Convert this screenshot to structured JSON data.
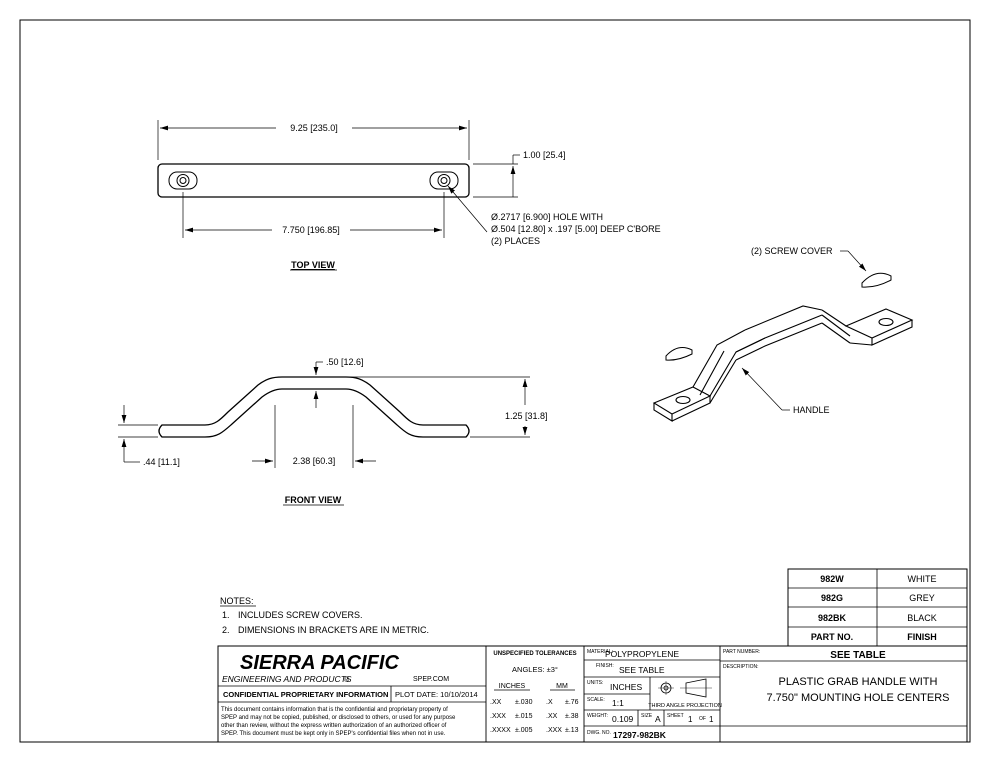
{
  "views": {
    "top": {
      "label": "TOP VIEW",
      "overall_length": "9.25 [235.0]",
      "width": "1.00 [25.4]",
      "hole_centers": "7.750 [196.85]",
      "hole_note_line1": "Ø.2717 [6.900]  HOLE WITH",
      "hole_note_line2": "Ø.504 [12.80] x .197 [5.00] DEEP C'BORE",
      "hole_note_line3": "(2) PLACES"
    },
    "front": {
      "label": "FRONT VIEW",
      "thickness": ".50 [12.6]",
      "height": "1.25 [31.8]",
      "base_height": ".44 [11.1]",
      "grip_length": "2.38 [60.3]"
    },
    "iso": {
      "screw_cover_label": "(2) SCREW COVER",
      "handle_label": "HANDLE"
    }
  },
  "notes": {
    "title": "NOTES:",
    "items": [
      {
        "num": "1.",
        "text": "INCLUDES SCREW COVERS."
      },
      {
        "num": "2.",
        "text": "DIMENSIONS IN BRACKETS ARE IN METRIC."
      }
    ]
  },
  "part_table": {
    "rows": [
      {
        "part": "982W",
        "finish": "WHITE"
      },
      {
        "part": "982G",
        "finish": "GREY"
      },
      {
        "part": "982BK",
        "finish": "BLACK"
      }
    ],
    "header": {
      "part": "PART NO.",
      "finish": "FINISH"
    }
  },
  "title_block": {
    "company": "SIERRA PACIFIC",
    "company_sub": "ENGINEERING AND PRODUCTS",
    "registered": "®",
    "website": "SPEP.COM",
    "confidential_title": "CONFIDENTIAL PROPRIETARY INFORMATION",
    "plot_date": "PLOT DATE: 10/10/2014",
    "confidential_lines": [
      "This document contains information that is the confidential and proprietary property of",
      "SPEP and may not be copied, published, or disclosed to others, or used for any purpose",
      "other than review, without the express written authorization of an authorized officer of",
      "SPEP. This document must be kept only in SPEP's confidential files when not in use."
    ],
    "tolerances": {
      "title": "UNSPECIFIED TOLERANCES",
      "angles": "ANGLES: ±3°",
      "inches_head": "INCHES",
      "mm_head": "MM",
      "rows": [
        {
          "in_fmt": ".XX",
          "in_tol": "±.030",
          "mm_fmt": ".X",
          "mm_tol": "±.76"
        },
        {
          "in_fmt": ".XXX",
          "in_tol": "±.015",
          "mm_fmt": ".XX",
          "mm_tol": "±.38"
        },
        {
          "in_fmt": ".XXXX",
          "in_tol": "±.005",
          "mm_fmt": ".XXX",
          "mm_tol": "±.13"
        }
      ]
    },
    "material_label": "MATERIAL:",
    "material": "POLYPROPYLENE",
    "finish_label": "FINISH:",
    "finish": "SEE TABLE",
    "units_label": "UNITS:",
    "units": "INCHES",
    "scale_label": "SCALE:",
    "scale": "1:1",
    "projection": "THIRD ANGLE PROJECTION",
    "weight_label": "WEIGHT:",
    "weight": "0.109",
    "size_label": "SIZE",
    "size": "A",
    "sheet_label": "SHEET",
    "sheet": "1",
    "of_label": "OF",
    "sheet_total": "1",
    "dwg_label": "DWG. NO.",
    "dwg_no": "17297-982BK",
    "part_number_label": "PART NUMBER:",
    "part_number": "SEE TABLE",
    "description_label": "DESCRIPTION:",
    "description_line1": "PLASTIC GRAB HANDLE WITH",
    "description_line2": "7.750\" MOUNTING HOLE CENTERS"
  }
}
